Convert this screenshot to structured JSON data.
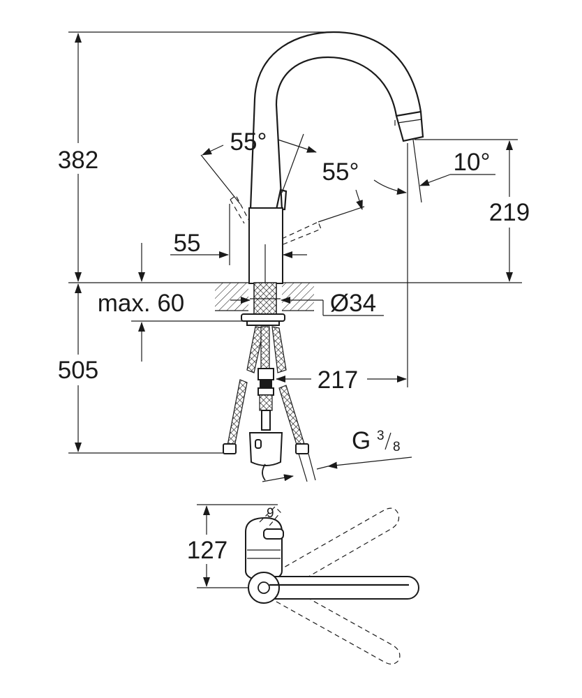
{
  "dimensions": {
    "total_height": "382",
    "handle_angle_top": "55°",
    "handle_angle_side": "55°",
    "spray_angle": "10°",
    "outlet_height": "219",
    "handle_offset": "55",
    "deck_thickness": "max. 60",
    "hole_diameter": "Ø34",
    "below_deck_length": "505",
    "projection": "217",
    "connection_prefix": "G",
    "connection_num": "3",
    "connection_den": "8",
    "top_view_depth": "127",
    "top_view_angle": "9"
  }
}
